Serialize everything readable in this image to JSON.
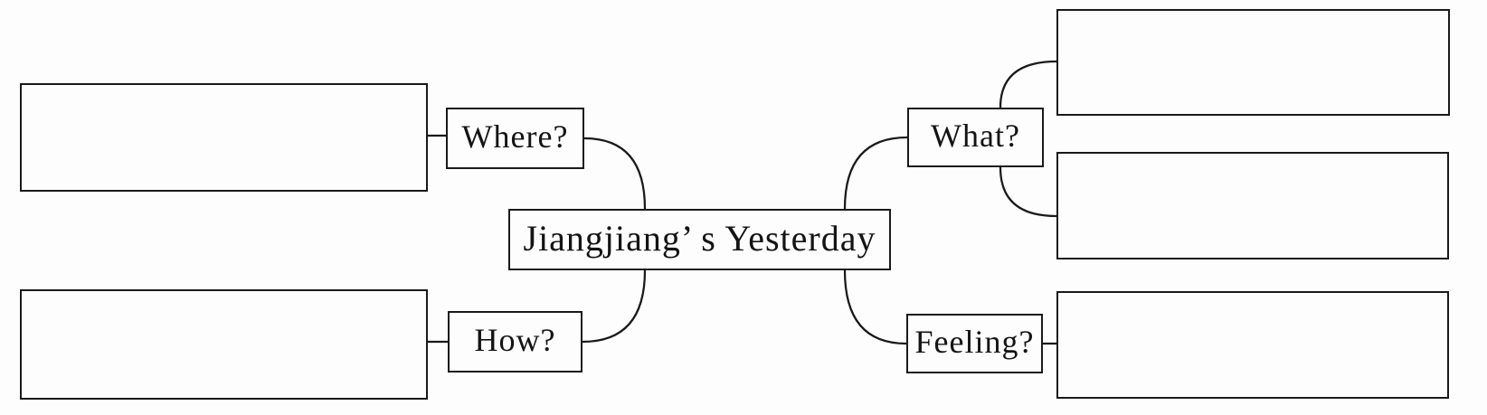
{
  "mindmap": {
    "center": "Jiangjiang’ s Yesterday",
    "branches": {
      "where": "Where?",
      "how": "How?",
      "what": "What?",
      "feeling": "Feeling?"
    },
    "answer_boxes": {
      "where": "",
      "how": "",
      "what_1": "",
      "what_2": "",
      "feeling": ""
    },
    "colors": {
      "ink": "#1a1a1a",
      "paper": "#fdfdfd"
    }
  }
}
